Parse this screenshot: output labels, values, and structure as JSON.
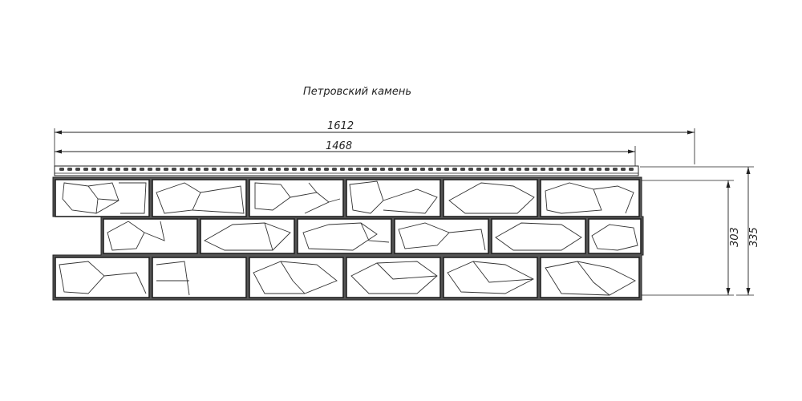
{
  "title": "Петровский камень",
  "dimensions": {
    "total_width": "1612",
    "visible_width": "1468",
    "visible_height": "303",
    "total_height": "335"
  }
}
